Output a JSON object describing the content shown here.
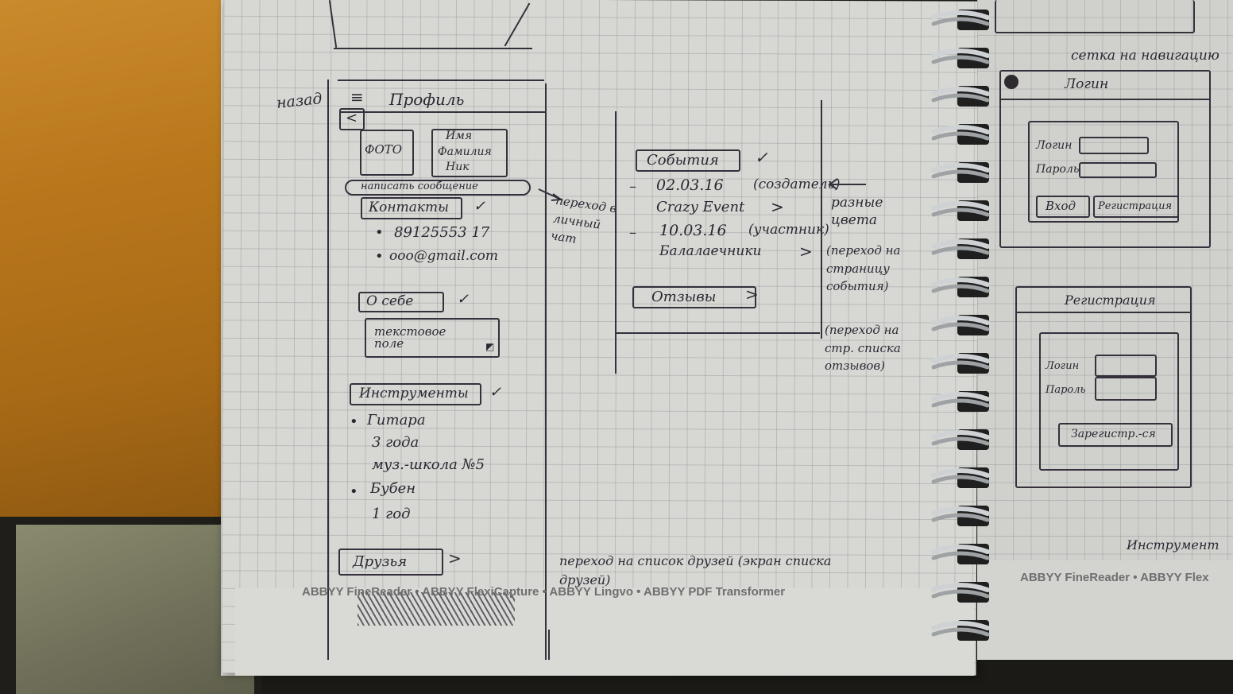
{
  "colors": {
    "ink": "#2b2733",
    "paper": "#d7d8d3",
    "desk": "#b9771c",
    "print_text": "#6e6f70"
  },
  "profile_screen": {
    "back_note": "назад",
    "menu_icon": "≡",
    "title": "Профиль",
    "back_icon": "<",
    "photo_label": "ФОТО",
    "name_fields": [
      "Имя",
      "Фамилия",
      "Ник"
    ],
    "write_message_button": "написать сообщение",
    "contacts_section": "Контакты",
    "contacts": [
      "89125553 17",
      "ooo@gmail.com"
    ],
    "about_section": "О себе",
    "text_field_label": "текстовое поле",
    "instruments_section": "Инструменты",
    "instruments": [
      {
        "name": "Гитара",
        "details": [
          "3 года",
          "муз.-школа №5"
        ]
      },
      {
        "name": "Бубен",
        "details": [
          "1 год"
        ]
      }
    ],
    "friends_section": "Друзья"
  },
  "annotations": {
    "to_private_chat": "переход в личный чат",
    "events_color_note": "разные цвета",
    "to_event_page": "(переход на страницу события)",
    "to_reviews_list": "(переход на стр. списка отзывов)",
    "to_friends_list": "переход на список друзей (экран списка друзей)"
  },
  "events_screen": {
    "events_section": "События",
    "events": [
      {
        "date": "02.03.16",
        "role": "(создатель)",
        "name": "Crazy Event"
      },
      {
        "date": "10.03.16",
        "role": "(участник)",
        "name": "Балалаечники"
      }
    ],
    "reviews_section": "Отзывы"
  },
  "right_page": {
    "top_note": "сетка на навигацию",
    "login_screen": {
      "title": "Логин",
      "login_label": "Логин",
      "password_label": "Пароль",
      "enter_button": "Вход",
      "register_button": "Регистрация"
    },
    "register_screen": {
      "title": "Регистрация",
      "login_label": "Логин",
      "password_label": "Пароль",
      "submit_button": "Зарегистр.-ся"
    },
    "bottom_note": "Инструмент"
  },
  "printed_footer": {
    "left": "ABBYY FineReader • ABBYY FlexiCapture • ABBYY Lingvo • ABBYY PDF Transformer",
    "right": "ABBYY FineReader • ABBYY Flex"
  }
}
